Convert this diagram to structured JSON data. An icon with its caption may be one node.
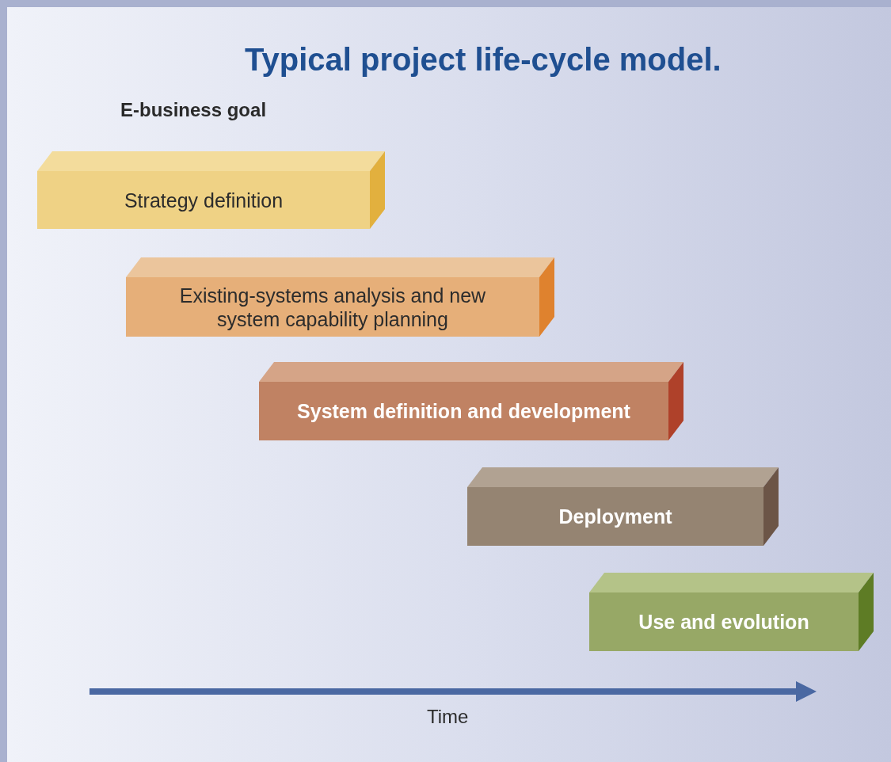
{
  "diagram": {
    "title": "Typical project life-cycle model.",
    "nodes": [
      {
        "text": [
          "Strategy definition"
        ]
      },
      {
        "text": [
          "Existing-systems analysis and new system capability planning"
        ]
      },
      {
        "text": [
          "System definition and development"
        ]
      },
      {
        "text": [
          "Deployment"
        ]
      },
      {
        "text": [
          "Use and evolution"
        ]
      }
    ],
    "labels": [
      "E-business goal",
      "Time"
    ]
  }
}
